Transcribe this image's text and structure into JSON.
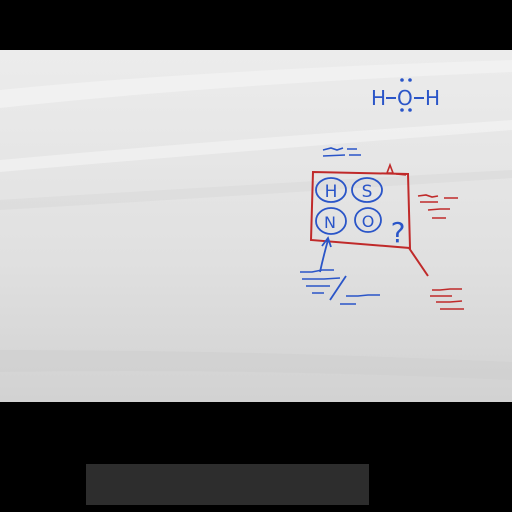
{
  "frame": {
    "background": "#000000",
    "board_color": "#e3e3e3",
    "caption_bar_color": "#2d2d2d"
  },
  "whiteboard": {
    "formula": {
      "left_atom": "H",
      "center_atom": "O",
      "right_atom": "H",
      "ink_color": "#2a55c8"
    },
    "box": {
      "ink_color": "#c02a2a",
      "cells": [
        "H",
        "S",
        "N",
        "O"
      ],
      "question_mark": "?",
      "cell_ink_color": "#2a55c8"
    },
    "scribbles": {
      "blue_color": "#2a55c8",
      "red_color": "#c02a2a"
    }
  }
}
